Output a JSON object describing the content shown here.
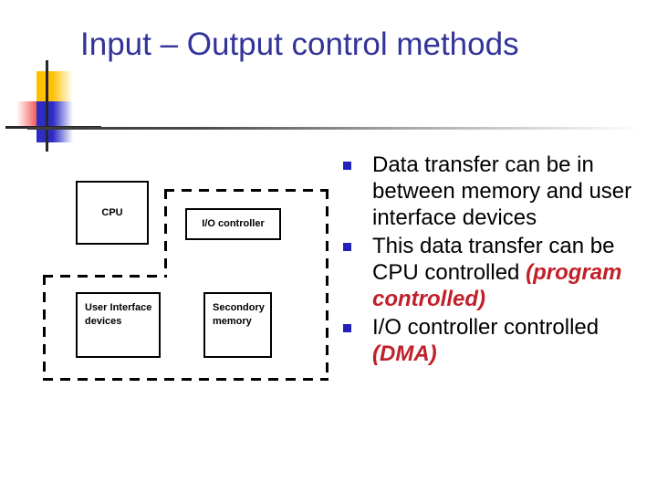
{
  "slide": {
    "title": "Input – Output control methods",
    "title_color": "#333399",
    "accent_red": "#C0202A",
    "bullet_color": "#2222BB"
  },
  "decoration": {
    "name": "powerpoint-corner-motif",
    "swatches": [
      {
        "name": "yellow-square",
        "color": "#FFC000"
      },
      {
        "name": "red-square",
        "color": "#F03030"
      },
      {
        "name": "blue-square",
        "color": "#2D2DC6"
      }
    ],
    "crosshair_color": "#26262b"
  },
  "diagram": {
    "name": "io-control-block-diagram",
    "boxes": [
      {
        "id": "cpu",
        "label": "CPU",
        "align": "center"
      },
      {
        "id": "io-controller",
        "label": "I/O controller",
        "align": "center"
      },
      {
        "id": "user-interface-devices",
        "label": "User Interface\ndevices",
        "align": "left"
      },
      {
        "id": "secondary-memory",
        "label": "Secondory\nmemory",
        "align": "left"
      }
    ],
    "region": {
      "id": "dma-region",
      "style": "dashed",
      "shape": "step"
    }
  },
  "bullets": [
    {
      "id": "bullet-1",
      "plain": "Data transfer can be in between memory and user interface devices",
      "emphasis": ""
    },
    {
      "id": "bullet-2",
      "plain": "This data transfer can be CPU controlled ",
      "emphasis": "(program controlled)"
    },
    {
      "id": "bullet-3",
      "plain": "I/O controller controlled ",
      "emphasis": "(DMA)"
    }
  ]
}
